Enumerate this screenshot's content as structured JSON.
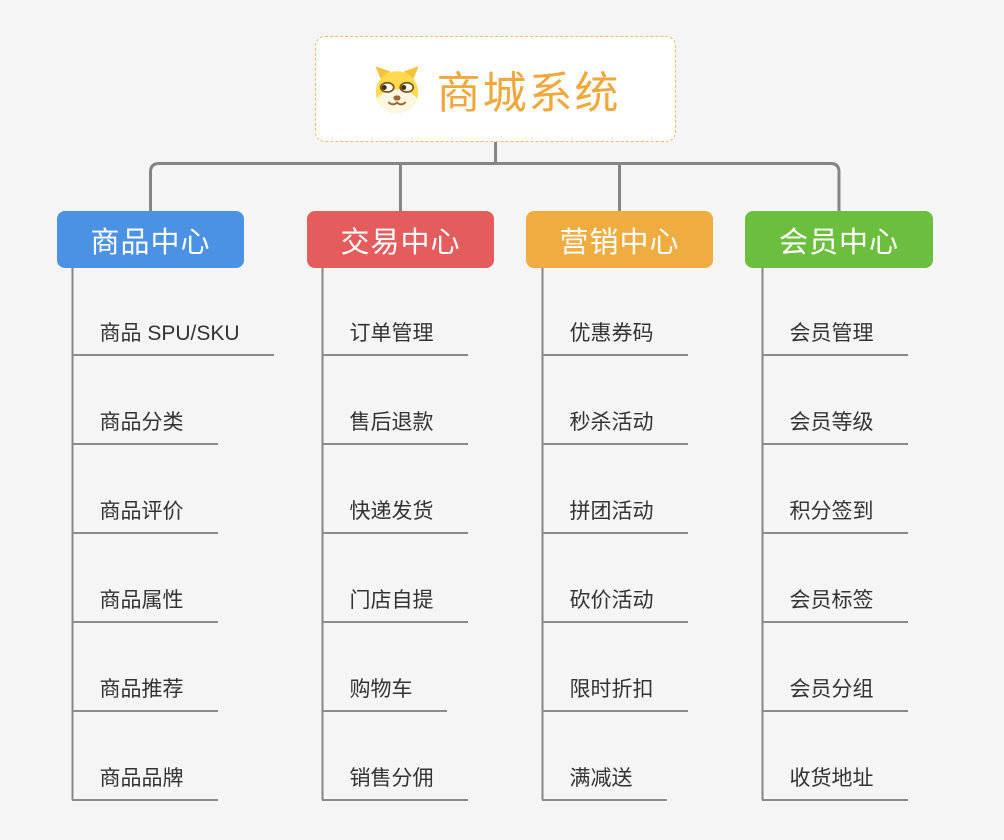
{
  "canvas": {
    "background": "#F5F5F6",
    "line_color": "#858585",
    "underline_color": "#8B8B8B"
  },
  "root": {
    "title": "商城系统",
    "icon": "doge-icon",
    "text_color": "#F0A73C",
    "border_color": "#F0BA68",
    "background": "#FFFFFF"
  },
  "branches": [
    {
      "label": "商品中心",
      "color": "#4B92E5",
      "items": [
        "商品 SPU/SKU",
        "商品分类",
        "商品评价",
        "商品属性",
        "商品推荐",
        "商品品牌"
      ]
    },
    {
      "label": "交易中心",
      "color": "#E45C5C",
      "items": [
        "订单管理",
        "售后退款",
        "快递发货",
        "门店自提",
        "购物车",
        "销售分佣"
      ]
    },
    {
      "label": "营销中心",
      "color": "#EFAD41",
      "items": [
        "优惠券码",
        "秒杀活动",
        "拼团活动",
        "砍价活动",
        "限时折扣",
        "满减送"
      ]
    },
    {
      "label": "会员中心",
      "color": "#6CBE3F",
      "items": [
        "会员管理",
        "会员等级",
        "积分签到",
        "会员标签",
        "会员分组",
        "收货地址"
      ]
    }
  ]
}
